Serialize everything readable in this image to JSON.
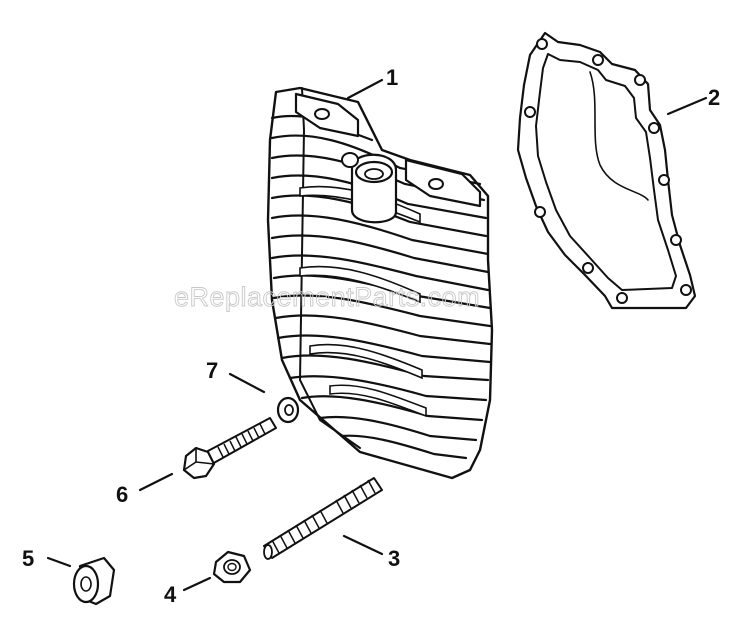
{
  "diagram": {
    "watermark": "eReplacementParts.com",
    "callouts": [
      {
        "id": "1",
        "part": "cylinder-head"
      },
      {
        "id": "2",
        "part": "head-gasket"
      },
      {
        "id": "3",
        "part": "stud"
      },
      {
        "id": "4",
        "part": "hex-nut"
      },
      {
        "id": "5",
        "part": "spacer"
      },
      {
        "id": "6",
        "part": "hex-bolt"
      },
      {
        "id": "7",
        "part": "washer"
      }
    ]
  }
}
